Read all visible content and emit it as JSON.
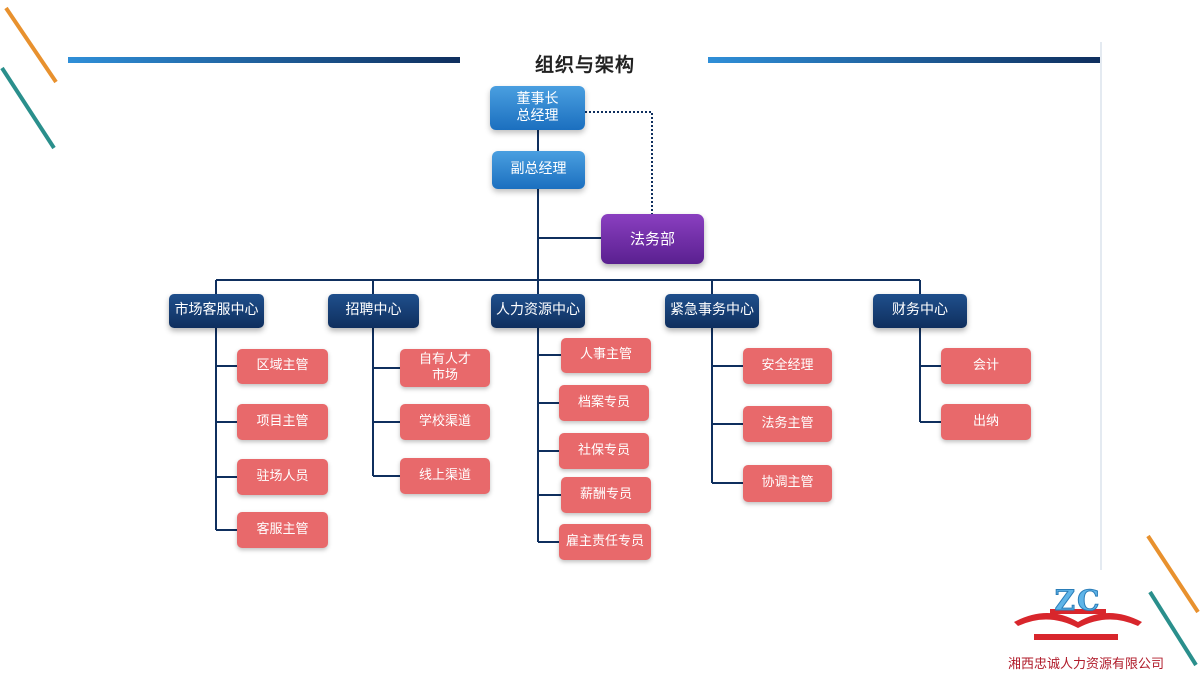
{
  "title": "组织与架构",
  "executives": {
    "chairman": "董事长\n总经理",
    "deputy": "副总经理"
  },
  "legal_dept": "法务部",
  "centers": [
    {
      "name": "市场客服中心",
      "subs": [
        "区域主管",
        "项目主管",
        "驻场人员",
        "客服主管"
      ]
    },
    {
      "name": "招聘中心",
      "subs": [
        "自有人才\n市场",
        "学校渠道",
        "线上渠道"
      ]
    },
    {
      "name": "人力资源中心",
      "subs": [
        "人事主管",
        "档案专员",
        "社保专员",
        "薪酬专员",
        "雇主责任专员"
      ]
    },
    {
      "name": "紧急事务中心",
      "subs": [
        "安全经理",
        "法务主管",
        "协调主管"
      ]
    },
    {
      "name": "财务中心",
      "subs": [
        "会计",
        "出纳"
      ]
    }
  ],
  "logo": {
    "letters": "ZC",
    "company": "湘西忠诚人力资源有限公司"
  },
  "colors": {
    "header_line": "#1b5ea8",
    "connector": "#0f2f5e",
    "executive": "#2f86d4",
    "legal": "#6f2aa8",
    "center": "#17407a",
    "sub": "#e8696b",
    "accent_orange": "#e8912e",
    "accent_teal": "#2a8f8c",
    "logo_red": "#d8262c",
    "logo_blue": "#5fb4e8"
  }
}
